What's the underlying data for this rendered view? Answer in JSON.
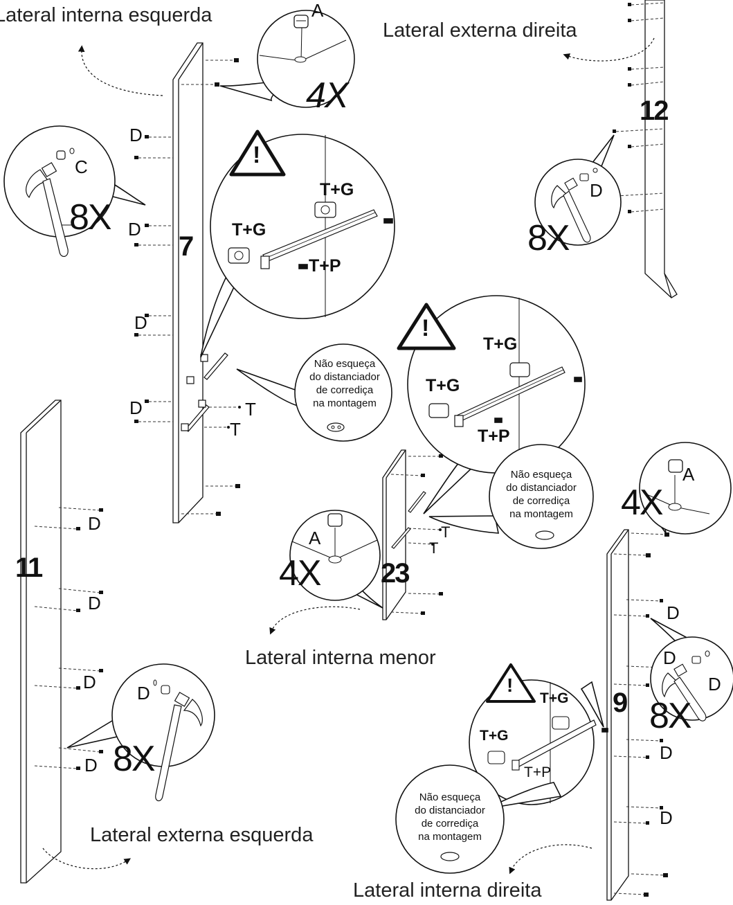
{
  "titles": {
    "top_left": "Lateral interna esquerda",
    "top_right": "Lateral externa direita",
    "center": "Lateral interna menor",
    "bottom_left": "Lateral externa esquerda",
    "bottom_right": "Lateral interna direita"
  },
  "panel_numbers": {
    "p7": "7",
    "p12": "12",
    "p11": "11",
    "p23": "23",
    "p9": "9"
  },
  "multipliers": {
    "a_top": "4X",
    "c_left": "8X",
    "d_right_top": "8X",
    "a_center": "4X",
    "a_right": "4X",
    "d_bottom_left": "8X",
    "d_right": "8X"
  },
  "part_letters": {
    "A": "A",
    "C": "C",
    "D": "D",
    "T": "T"
  },
  "hardware": {
    "tg": "T+G",
    "tp": "T+P"
  },
  "note_text": [
    "Não esqueça",
    "do distanciador",
    "de corrediça",
    "na montagem"
  ],
  "warning_symbol": "!"
}
